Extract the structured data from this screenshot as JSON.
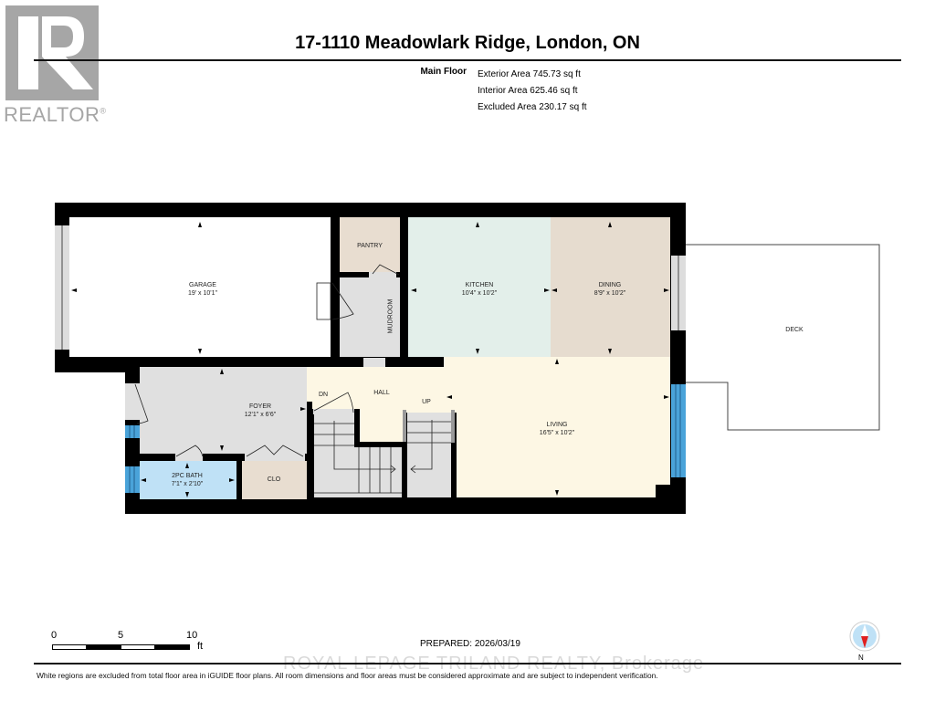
{
  "logo": {
    "icon": "realtor-r-logo-icon",
    "text": "REALTOR",
    "registered": "®"
  },
  "header": {
    "title": "17-1110 Meadowlark Ridge, London, ON",
    "floor_label": "Main Floor",
    "areas": [
      "Exterior Area 745.73 sq ft",
      "Interior Area 625.46 sq ft",
      "Excluded Area 230.17 sq ft"
    ]
  },
  "rooms": {
    "garage": {
      "name": "GARAGE",
      "dims": "19' x 10'1\"",
      "color": "#ffffff"
    },
    "pantry": {
      "name": "PANTRY",
      "dims": "",
      "color": "#e8ddd0"
    },
    "mudroom": {
      "name": "MUDROOM",
      "dims": "",
      "color": "#e0e0e0"
    },
    "kitchen": {
      "name": "KITCHEN",
      "dims": "10'4\" x 10'2\"",
      "color": "#e3efea"
    },
    "dining": {
      "name": "DINING",
      "dims": "8'9\" x 10'2\"",
      "color": "#e6dccf"
    },
    "deck": {
      "name": "DECK",
      "dims": "",
      "color": "#ffffff"
    },
    "foyer": {
      "name": "FOYER",
      "dims": "12'1\" x 6'6\"",
      "color": "#e0e0e0"
    },
    "hall": {
      "name": "HALL",
      "dims": "",
      "color": "#fdf7e4"
    },
    "living": {
      "name": "LIVING",
      "dims": "16'5\" x 10'2\"",
      "color": "#fdf7e4"
    },
    "bath": {
      "name": "2PC BATH",
      "dims": "7'1\" x 2'10\"",
      "color": "#bfe1f6"
    },
    "closet": {
      "name": "CLO",
      "dims": "",
      "color": "#e8ddd0"
    }
  },
  "stairs": {
    "down_label": "DN",
    "up_label": "UP"
  },
  "colors": {
    "wall": "#000000",
    "window": "#4aa3d9",
    "stair": "#e0e0e0"
  },
  "scale_bar": {
    "ticks": [
      "0",
      "5",
      "10"
    ],
    "unit": "ft"
  },
  "prepared": "PREPARED: 2026/03/19",
  "compass": {
    "icon": "north-compass-icon",
    "label": "N"
  },
  "watermark": "ROYAL LEPAGE TRILAND REALTY, Brokerage",
  "footer": {
    "disclaimer": "White regions are excluded from total floor area in iGUIDE floor plans. All room dimensions and floor areas must be considered approximate and are subject to independent verification."
  }
}
